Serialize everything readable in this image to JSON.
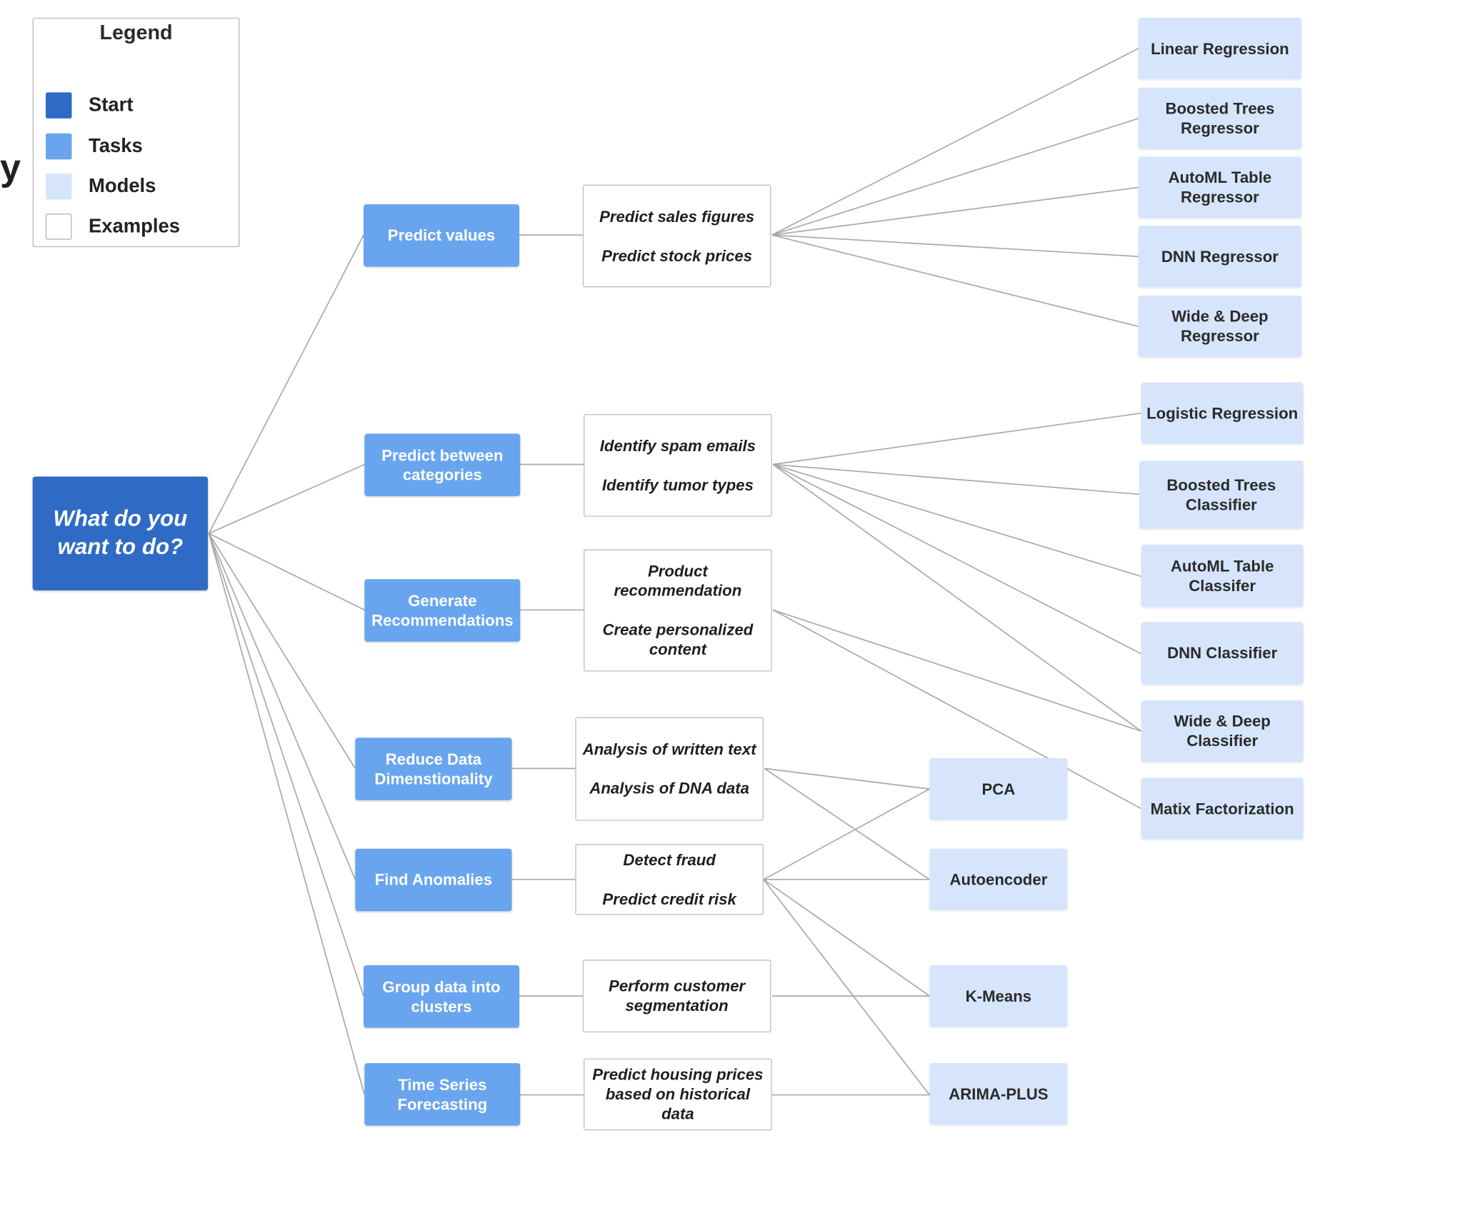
{
  "legend": {
    "title": "Legend",
    "items": [
      {
        "label": "Start",
        "color": "#2f6bc4"
      },
      {
        "label": "Tasks",
        "color": "#69a5ef"
      },
      {
        "label": "Models",
        "color": "#d6e5fb"
      },
      {
        "label": "Examples",
        "color": "#ffffff"
      }
    ]
  },
  "edge_glyph": "y",
  "start": {
    "line1": "What do you",
    "line2": "want to do?"
  },
  "tasks": {
    "predict_values": [
      "Predict values"
    ],
    "predict_categories": [
      "Predict between",
      "categories"
    ],
    "recommendations": [
      "Generate",
      "Recommendations"
    ],
    "reduce_dimensionality": [
      "Reduce Data",
      "Dimenstionality"
    ],
    "anomalies": [
      "Find Anomalies"
    ],
    "clusters": [
      "Group data into",
      "clusters"
    ],
    "time_series": [
      "Time Series",
      "Forecasting"
    ]
  },
  "examples": {
    "values": [
      [
        "Predict sales figures"
      ],
      [
        "Predict stock prices"
      ]
    ],
    "categories": [
      [
        "Identify spam emails"
      ],
      [
        "Identify tumor types"
      ]
    ],
    "recommendations": [
      [
        "Product",
        "recommendation"
      ],
      [
        "Create personalized",
        "content"
      ]
    ],
    "dimensionality": [
      [
        "Analysis of written text"
      ],
      [
        "Analysis of DNA data"
      ]
    ],
    "anomalies": [
      [
        "Detect fraud"
      ],
      [
        "Predict credit risk"
      ]
    ],
    "clusters": [
      [
        "Perform customer",
        "segmentation"
      ]
    ],
    "time_series": [
      [
        "Predict housing prices",
        "based on historical",
        "data"
      ]
    ]
  },
  "models": {
    "linear_regression": [
      "Linear Regression"
    ],
    "boosted_trees_regressor": [
      "Boosted Trees",
      "Regressor"
    ],
    "automl_table_regressor": [
      "AutoML Table",
      "Regressor"
    ],
    "dnn_regressor": [
      "DNN Regressor"
    ],
    "wide_deep_regressor": [
      "Wide & Deep",
      "Regressor"
    ],
    "logistic_regression": [
      "Logistic Regression"
    ],
    "boosted_trees_classifier": [
      "Boosted Trees",
      "Classifier"
    ],
    "automl_table_classifier": [
      "AutoML Table",
      "Classifer"
    ],
    "dnn_classifier": [
      "DNN Classifier"
    ],
    "wide_deep_classifier": [
      "Wide & Deep",
      "Classifier"
    ],
    "matrix_factorization": [
      "Matix Factorization"
    ],
    "pca": [
      "PCA"
    ],
    "autoencoder": [
      "Autoencoder"
    ],
    "kmeans": [
      "K-Means"
    ],
    "arima_plus": [
      "ARIMA-PLUS"
    ]
  }
}
